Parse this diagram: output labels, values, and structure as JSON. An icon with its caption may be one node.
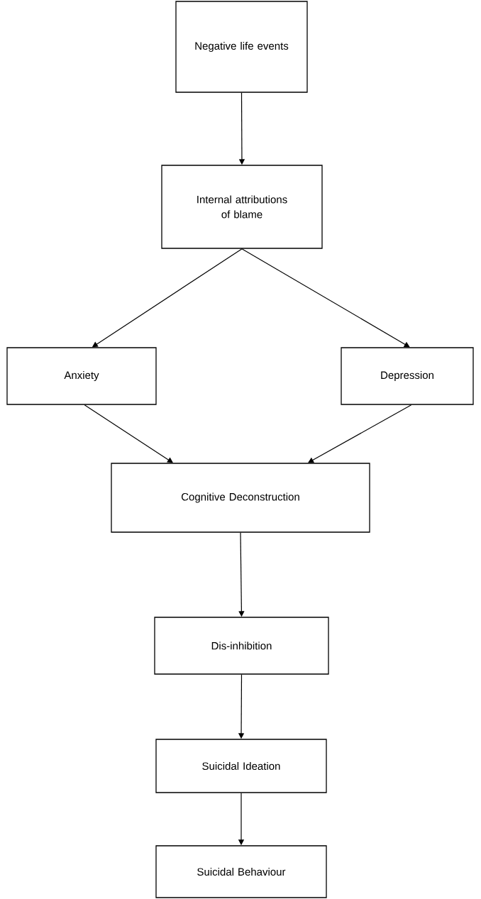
{
  "diagram": {
    "nodes": [
      {
        "text": [
          "Negative life events"
        ]
      },
      {
        "text": [
          "Internal attributions of blame"
        ]
      },
      {
        "text": [
          "Anxiety"
        ]
      },
      {
        "text": [
          "Depression"
        ]
      },
      {
        "text": [
          "Cognitive Deconstruction"
        ]
      },
      {
        "text": [
          "Dis-inhibition"
        ]
      },
      {
        "text": [
          "Suicidal Ideation"
        ]
      },
      {
        "text": [
          "Suicidal Behaviour"
        ]
      }
    ],
    "edges": [
      {
        "from": 0,
        "to": 1,
        "arrow": "to"
      },
      {
        "from": 1,
        "to": 2,
        "arrow": "to"
      },
      {
        "from": 1,
        "to": 3,
        "arrow": "to"
      },
      {
        "from": 2,
        "to": 4,
        "arrow": "to"
      },
      {
        "from": 3,
        "to": 4,
        "arrow": "to"
      },
      {
        "from": 4,
        "to": 5,
        "arrow": "to"
      },
      {
        "from": 5,
        "to": 6,
        "arrow": "to"
      },
      {
        "from": 6,
        "to": 7,
        "arrow": "to"
      }
    ]
  }
}
